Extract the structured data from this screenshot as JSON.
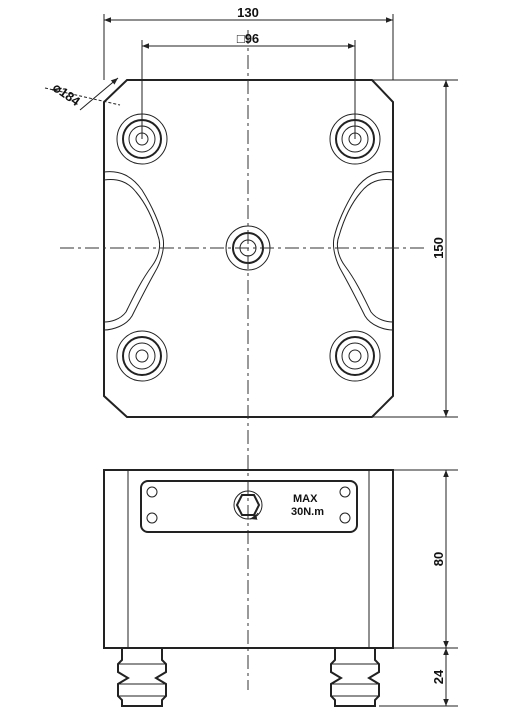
{
  "drawing": {
    "dimensions": {
      "overall_width": "130",
      "hole_pitch": "□96",
      "bolt_circle": "⌀184",
      "overall_depth": "150",
      "body_height": "80",
      "pin_height": "24"
    },
    "plate": {
      "line1": "MAX",
      "line2": "30N.m"
    }
  }
}
